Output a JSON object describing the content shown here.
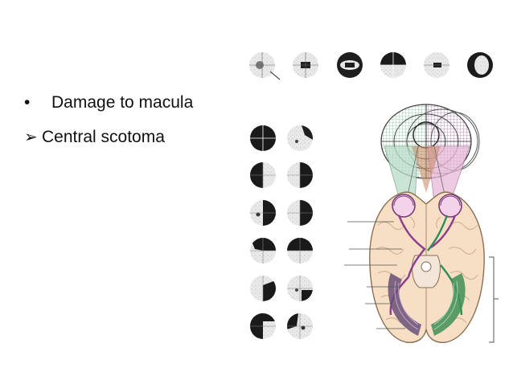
{
  "slide": {
    "bullet_point": {
      "marker": "•",
      "text": "Damage to macula"
    },
    "sub_point": {
      "marker": "➢",
      "text": "Central scotoma"
    }
  },
  "colors": {
    "brain_fill": "#f6dfc4",
    "brain_outline": "#8a6f55",
    "optic_pathway": "#8e3c8c",
    "green_pathway": "#2e8b57",
    "left_field": "#b9d9c2",
    "right_field": "#c8a2c8",
    "field_shading": "#2b2b2b"
  },
  "icons": [
    "visual-field-disc",
    "brain-diagram",
    "eye-icon"
  ]
}
